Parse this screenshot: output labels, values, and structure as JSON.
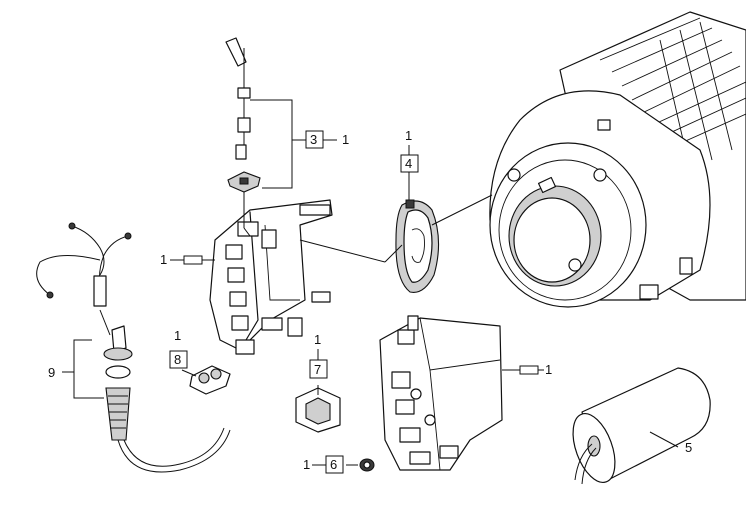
{
  "callouts": {
    "c3": {
      "qty": "1",
      "num": "3"
    },
    "c4": {
      "qty": "1",
      "num": "4"
    },
    "c7": {
      "qty": "1",
      "num": "7"
    },
    "c8": {
      "qty": "1",
      "num": "8"
    },
    "c6": {
      "qty": "1",
      "num": "6"
    },
    "c9": {
      "num": "9"
    },
    "c5": {
      "num": "5"
    },
    "ref_housing": {
      "qty": "1"
    },
    "ref_switch": {
      "qty": "1"
    }
  },
  "style": {
    "line_color": "#111111",
    "shade_color": "#cfcfcf",
    "background": "#ffffff"
  }
}
